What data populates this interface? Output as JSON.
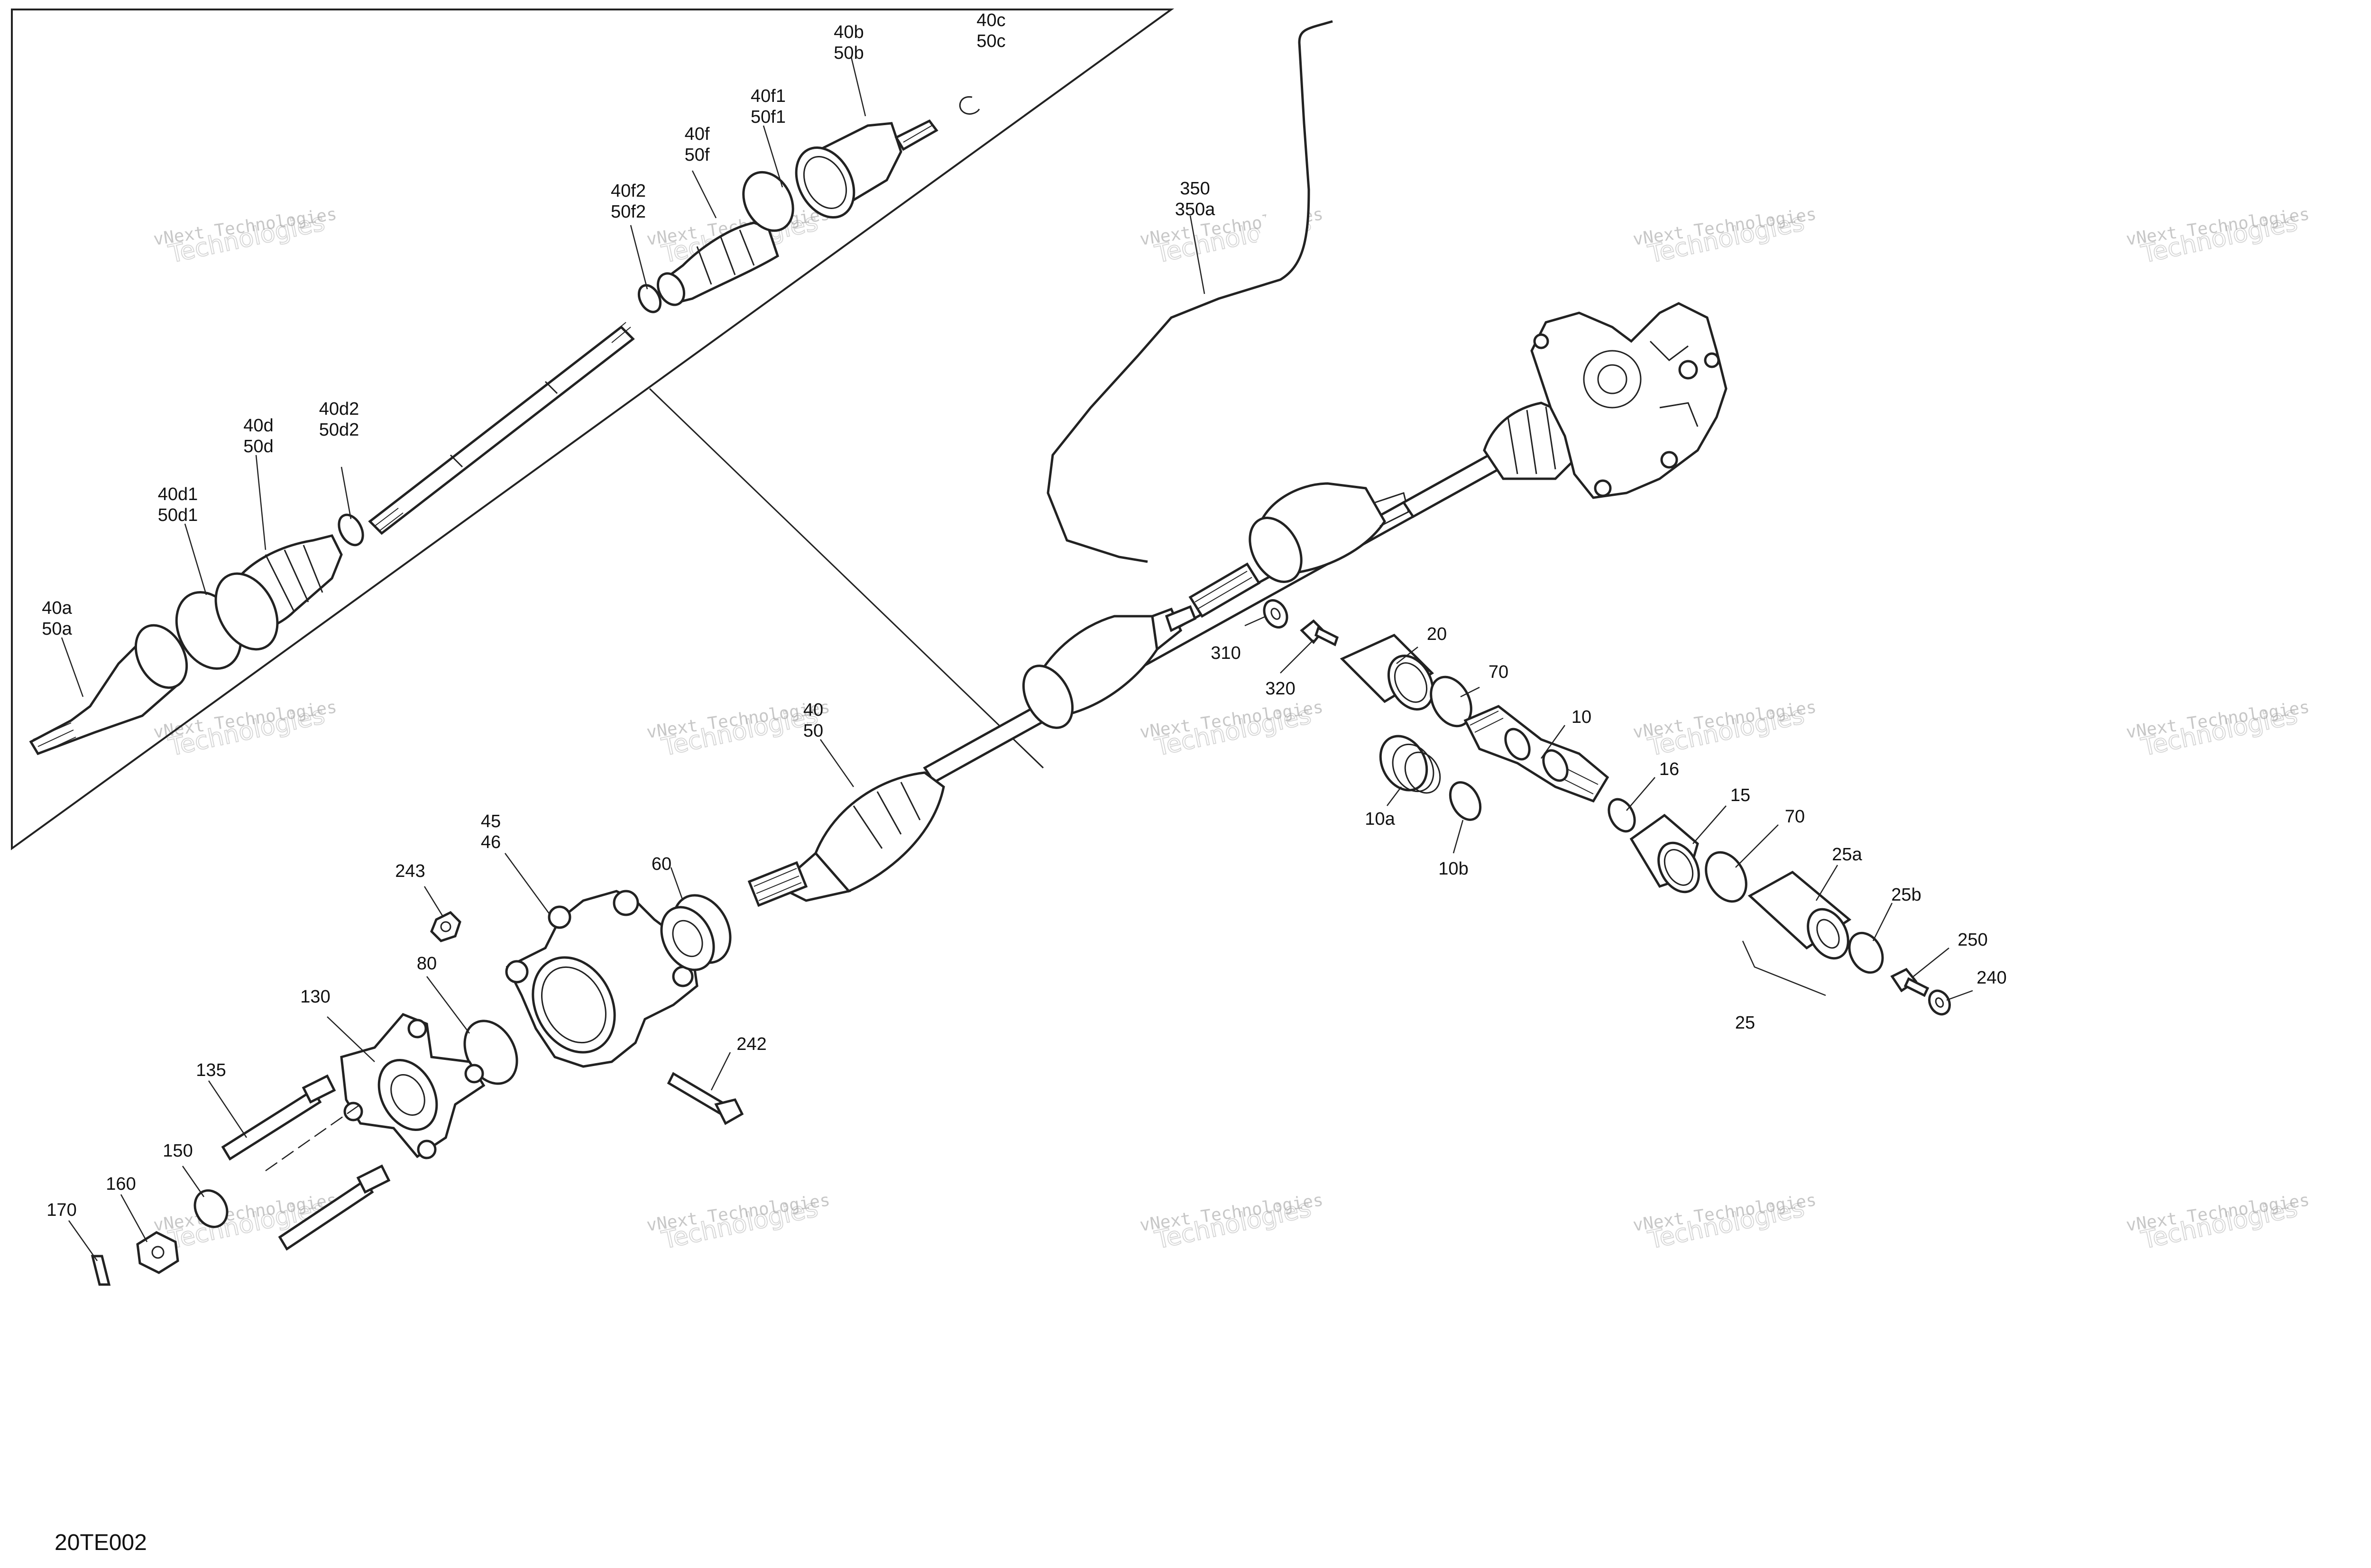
{
  "drawing_id": "20TE002",
  "watermark": {
    "line1": "vNext Technologies",
    "line2": "Technologies"
  },
  "callouts": [
    {
      "id": "40b_50b",
      "lines": [
        "40b",
        "50b"
      ]
    },
    {
      "id": "40c_50c",
      "lines": [
        "40c",
        "50c"
      ]
    },
    {
      "id": "40f1_50f1",
      "lines": [
        "40f1",
        "50f1"
      ]
    },
    {
      "id": "40f_50f",
      "lines": [
        "40f",
        "50f"
      ]
    },
    {
      "id": "40f2_50f2",
      "lines": [
        "40f2",
        "50f2"
      ]
    },
    {
      "id": "40d2_50d2",
      "lines": [
        "40d2",
        "50d2"
      ]
    },
    {
      "id": "40d_50d",
      "lines": [
        "40d",
        "50d"
      ]
    },
    {
      "id": "40d1_50d1",
      "lines": [
        "40d1",
        "50d1"
      ]
    },
    {
      "id": "40a_50a",
      "lines": [
        "40a",
        "50a"
      ]
    },
    {
      "id": "350_350a",
      "lines": [
        "350",
        "350a"
      ]
    },
    {
      "id": "40_50",
      "lines": [
        "40",
        "50"
      ]
    },
    {
      "id": "45_46",
      "lines": [
        "45",
        "46"
      ]
    },
    {
      "id": "243",
      "lines": [
        "243"
      ]
    },
    {
      "id": "60",
      "lines": [
        "60"
      ]
    },
    {
      "id": "80",
      "lines": [
        "80"
      ]
    },
    {
      "id": "130",
      "lines": [
        "130"
      ]
    },
    {
      "id": "135",
      "lines": [
        "135"
      ]
    },
    {
      "id": "242",
      "lines": [
        "242"
      ]
    },
    {
      "id": "150",
      "lines": [
        "150"
      ]
    },
    {
      "id": "160",
      "lines": [
        "160"
      ]
    },
    {
      "id": "170",
      "lines": [
        "170"
      ]
    },
    {
      "id": "310",
      "lines": [
        "310"
      ]
    },
    {
      "id": "320",
      "lines": [
        "320"
      ]
    },
    {
      "id": "20",
      "lines": [
        "20"
      ]
    },
    {
      "id": "70_a",
      "lines": [
        "70"
      ]
    },
    {
      "id": "10",
      "lines": [
        "10"
      ]
    },
    {
      "id": "10a",
      "lines": [
        "10a"
      ]
    },
    {
      "id": "10b",
      "lines": [
        "10b"
      ]
    },
    {
      "id": "16",
      "lines": [
        "16"
      ]
    },
    {
      "id": "15",
      "lines": [
        "15"
      ]
    },
    {
      "id": "70_b",
      "lines": [
        "70"
      ]
    },
    {
      "id": "25a",
      "lines": [
        "25a"
      ]
    },
    {
      "id": "25b",
      "lines": [
        "25b"
      ]
    },
    {
      "id": "250",
      "lines": [
        "250"
      ]
    },
    {
      "id": "240",
      "lines": [
        "240"
      ]
    },
    {
      "id": "25",
      "lines": [
        "25"
      ]
    }
  ]
}
